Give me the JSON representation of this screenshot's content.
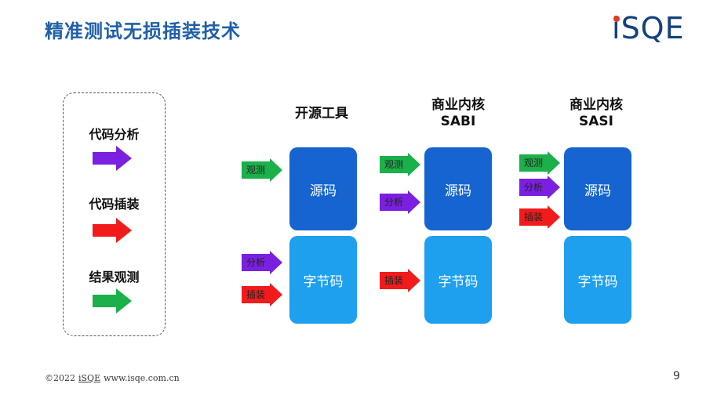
{
  "title": "精准测试无损插装技术",
  "logo": {
    "text": "SQE",
    "prefix": "i"
  },
  "legend": {
    "items": [
      {
        "label": "代码分析",
        "color": "#7b1fe0"
      },
      {
        "label": "代码插装",
        "color": "#f21b1b"
      },
      {
        "label": "结果观测",
        "color": "#1bb04a"
      }
    ]
  },
  "columns": [
    {
      "header_line1": "开源工具",
      "header_line2": "",
      "source_box": "源码",
      "bytecode_box": "字节码",
      "source_tags": [
        "观测"
      ],
      "bytecode_tags": [
        "分析",
        "插装"
      ]
    },
    {
      "header_line1": "商业内核",
      "header_line2": "SABI",
      "source_box": "源码",
      "bytecode_box": "字节码",
      "source_tags": [
        "观测",
        "分析"
      ],
      "bytecode_tags": [
        "插装"
      ]
    },
    {
      "header_line1": "商业内核",
      "header_line2": "SASI",
      "source_box": "源码",
      "bytecode_box": "字节码",
      "source_tags": [
        "观测",
        "分析",
        "插装"
      ],
      "bytecode_tags": []
    }
  ],
  "colors": {
    "analyze": "#7b1fe0",
    "instrument": "#f21b1b",
    "observe": "#1bb04a",
    "source_box": "#1664d0",
    "bytecode_box": "#1ea0ef"
  },
  "footer": {
    "copyright": "©2022",
    "brand": "iSQE",
    "url": "www.isqe.com.cn"
  },
  "page_number": "9"
}
